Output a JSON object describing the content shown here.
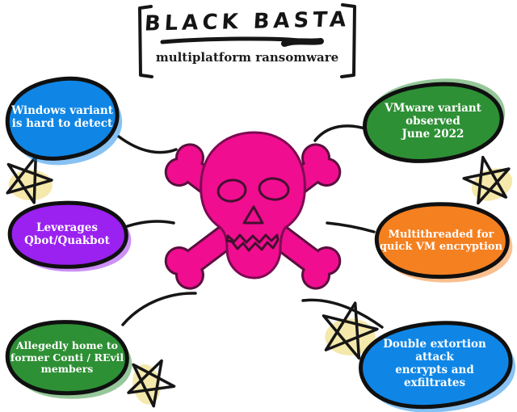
{
  "header": {
    "title": "BLACK BASTA",
    "subtitle": "multiplatform ransomware"
  },
  "center_icon": {
    "name": "skull-and-crossbones",
    "color": "#f10d90",
    "outline": "#4a0d33"
  },
  "bubbles": [
    {
      "id": "windows-variant",
      "position": "top-left",
      "color": "#0f86e6",
      "label": "Windows variant\nis hard to detect"
    },
    {
      "id": "leverages-qbot",
      "position": "middle-left",
      "color": "#9a21f0",
      "label": "Leverages\nQbot/Quakbot"
    },
    {
      "id": "conti-revil",
      "position": "bottom-left",
      "color": "#2e9035",
      "label": "Allegedly home to\nformer Conti / REvil\nmembers"
    },
    {
      "id": "vmware-variant",
      "position": "top-right",
      "color": "#2e9035",
      "label": "VMware variant\nobserved\nJune 2022"
    },
    {
      "id": "multithreaded",
      "position": "middle-right",
      "color": "#f58020",
      "label": "Multithreaded for\nquick VM encryption"
    },
    {
      "id": "double-extortion",
      "position": "bottom-right",
      "color": "#0f86e6",
      "label": "Double extortion\nattack\nencrypts and\nexfiltrates"
    }
  ],
  "palette": {
    "ink": "#161616",
    "pink": "#f10d90",
    "star_highlight": "#f3e7a6",
    "text_on_bubble": "#ffffff"
  },
  "decorations": {
    "star_count": 4
  }
}
